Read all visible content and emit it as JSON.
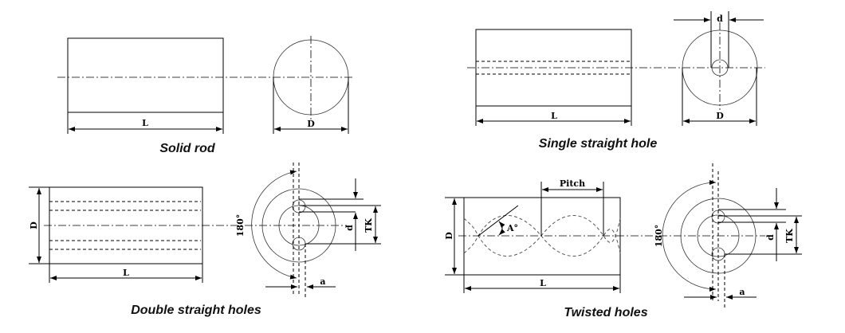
{
  "captions": {
    "solid": "Solid rod",
    "single": "Single straight hole",
    "double": "Double straight holes",
    "twisted": "Twisted holes"
  },
  "labels": {
    "L": "L",
    "D": "D",
    "d": "d",
    "TK": "TK",
    "a": "a",
    "angle180": "180°",
    "pitch": "Pitch",
    "angleA": "A°"
  }
}
